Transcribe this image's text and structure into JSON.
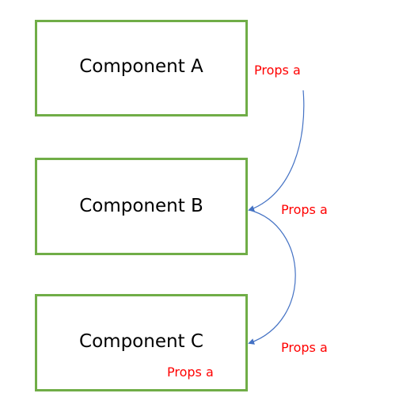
{
  "diagram": {
    "components": [
      {
        "label": "Component A"
      },
      {
        "label": "Component B"
      },
      {
        "label": "Component C"
      }
    ],
    "props_labels": {
      "a_to_b": "Props a",
      "b_to_c": "Props a",
      "inside_c": "Props a"
    },
    "colors": {
      "box_border": "#70ad47",
      "arrow": "#4472c4",
      "props_text": "#ff0000",
      "component_text": "#000000"
    }
  }
}
